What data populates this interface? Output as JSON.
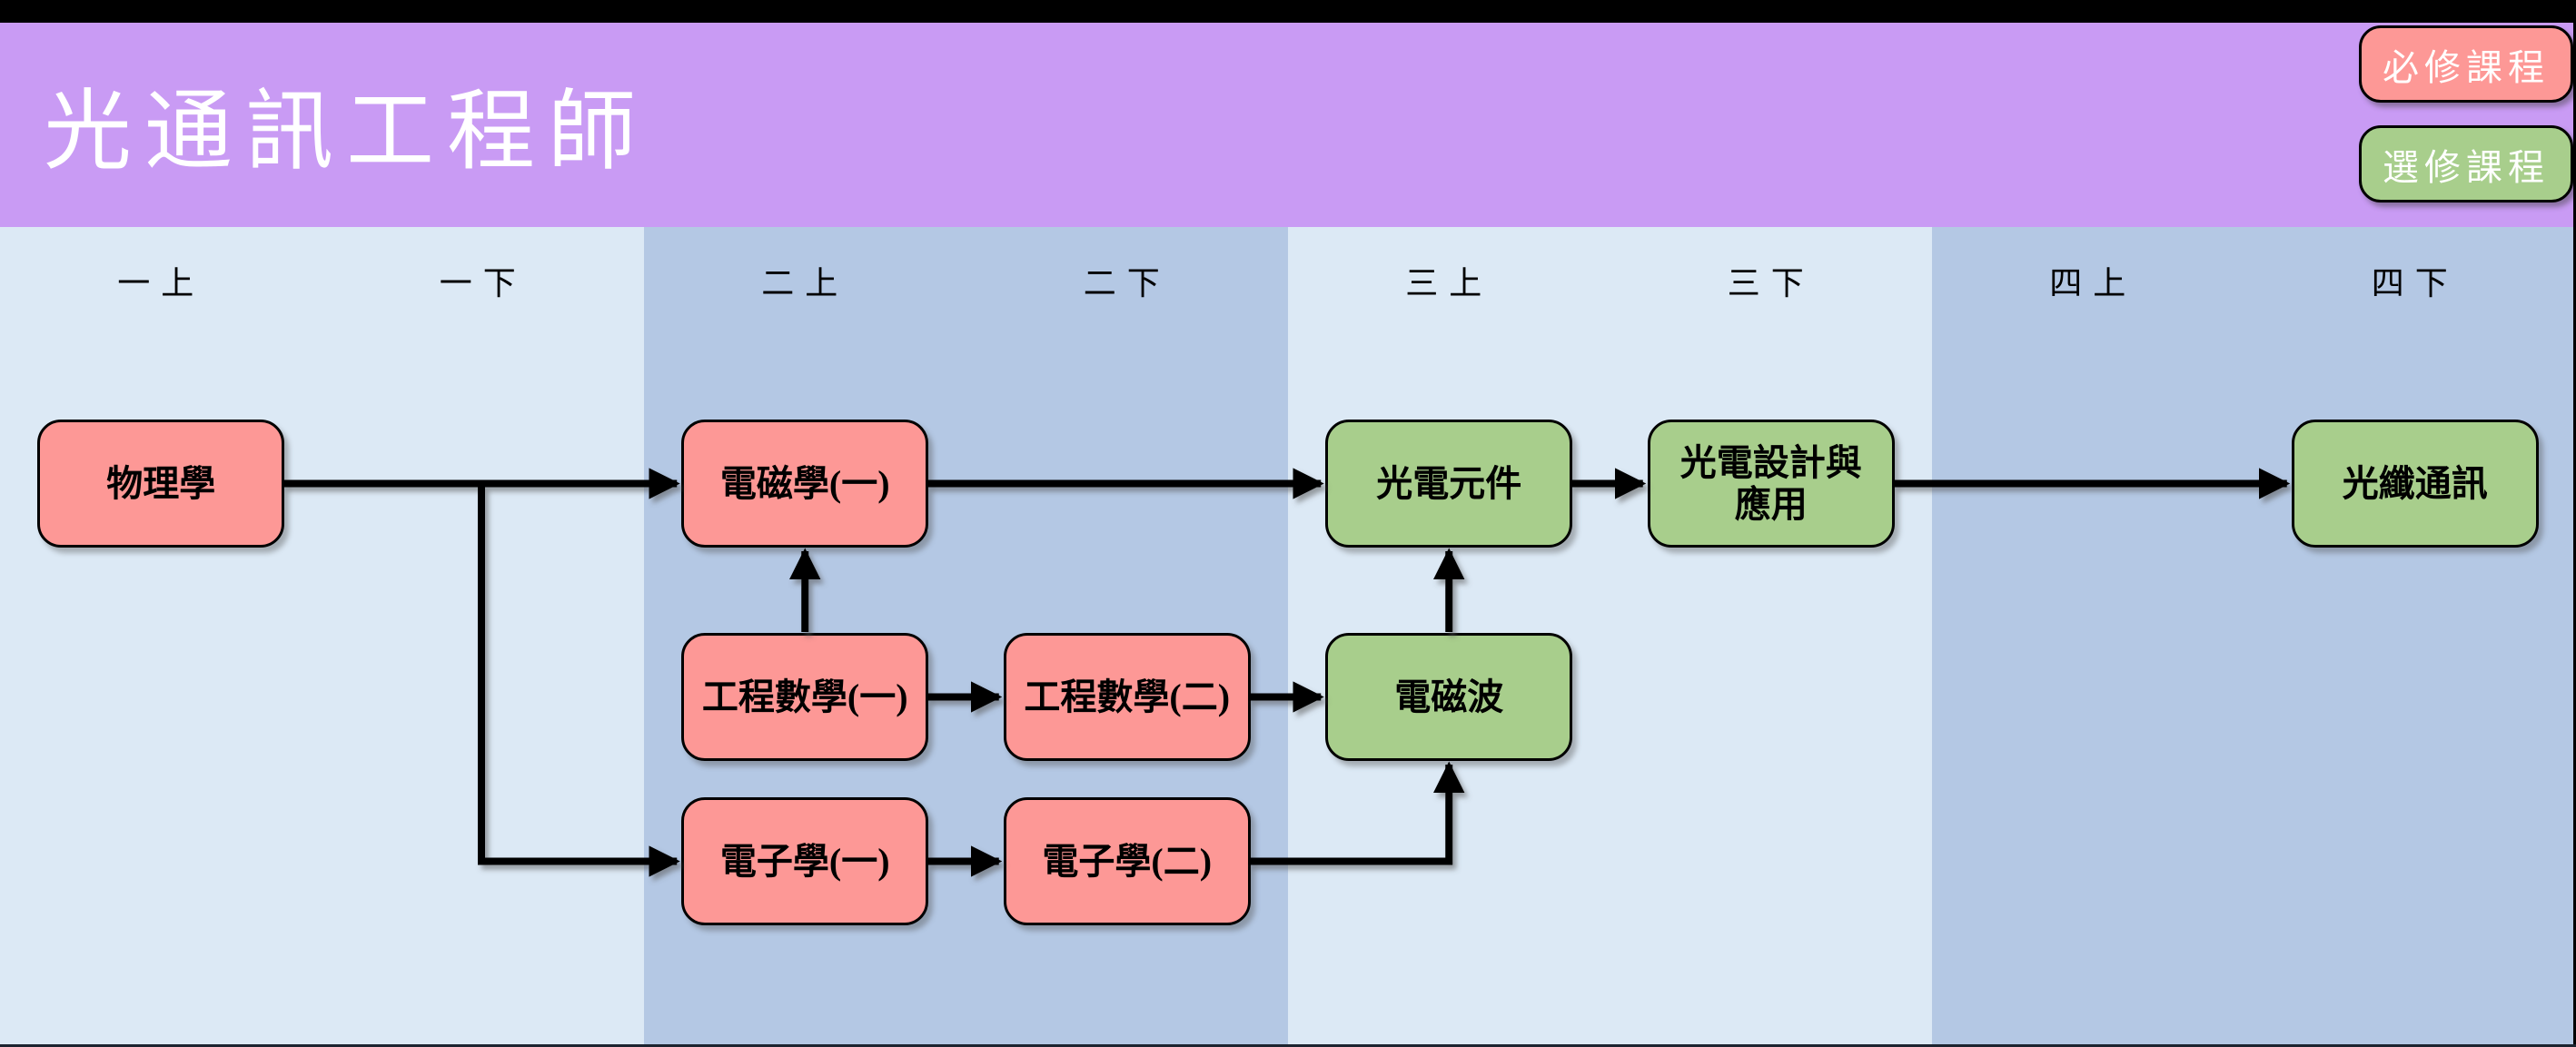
{
  "header": {
    "title": "光通訊工程師"
  },
  "legend": {
    "items": [
      {
        "label": "必修課程",
        "meaning": "required",
        "color": "#FD9896"
      },
      {
        "label": "選修課程",
        "meaning": "elective",
        "color": "#A8CE8C"
      }
    ]
  },
  "columns": [
    {
      "label": "一上",
      "shade": "light"
    },
    {
      "label": "一下",
      "shade": "light"
    },
    {
      "label": "二上",
      "shade": "dark"
    },
    {
      "label": "二下",
      "shade": "dark"
    },
    {
      "label": "三上",
      "shade": "light"
    },
    {
      "label": "三下",
      "shade": "light"
    },
    {
      "label": "四上",
      "shade": "dark"
    },
    {
      "label": "四下",
      "shade": "dark"
    }
  ],
  "colors": {
    "header_background": "#C99BF4",
    "column_light": "#DCE9F5",
    "column_dark": "#B4C8E4",
    "required_fill": "#FD9896",
    "elective_fill": "#A8CE8C",
    "line": "#000000",
    "title_text": "#FFFFFF",
    "label_text": "#000000"
  },
  "courses": [
    {
      "id": "physics",
      "label": "物理學",
      "type": "required",
      "column": "一上",
      "row": 1
    },
    {
      "id": "em1",
      "label": "電磁學(一)",
      "type": "required",
      "column": "二上",
      "row": 1
    },
    {
      "id": "engmath1",
      "label": "工程數學(一)",
      "type": "required",
      "column": "二上",
      "row": 2
    },
    {
      "id": "electronics1",
      "label": "電子學(一)",
      "type": "required",
      "column": "二上",
      "row": 3
    },
    {
      "id": "engmath2",
      "label": "工程數學(二)",
      "type": "required",
      "column": "二下",
      "row": 2
    },
    {
      "id": "electronics2",
      "label": "電子學(二)",
      "type": "required",
      "column": "二下",
      "row": 3
    },
    {
      "id": "optoelec",
      "label": "光電元件",
      "type": "elective",
      "column": "三上",
      "row": 1
    },
    {
      "id": "emwave",
      "label": "電磁波",
      "type": "elective",
      "column": "三上",
      "row": 2
    },
    {
      "id": "optodesign",
      "label": "光電設計與應用",
      "type": "elective",
      "column": "三下",
      "row": 1
    },
    {
      "id": "fiber",
      "label": "光纖通訊",
      "type": "elective",
      "column": "四下",
      "row": 1
    }
  ],
  "connections": [
    {
      "from": "physics",
      "to": "em1"
    },
    {
      "from": "physics",
      "to": "electronics1"
    },
    {
      "from": "em1",
      "to": "optoelec"
    },
    {
      "from": "engmath1",
      "to": "em1"
    },
    {
      "from": "engmath1",
      "to": "engmath2"
    },
    {
      "from": "engmath2",
      "to": "emwave"
    },
    {
      "from": "electronics1",
      "to": "electronics2"
    },
    {
      "from": "electronics2",
      "to": "emwave"
    },
    {
      "from": "emwave",
      "to": "optoelec"
    },
    {
      "from": "optoelec",
      "to": "optodesign"
    },
    {
      "from": "optodesign",
      "to": "fiber"
    }
  ]
}
